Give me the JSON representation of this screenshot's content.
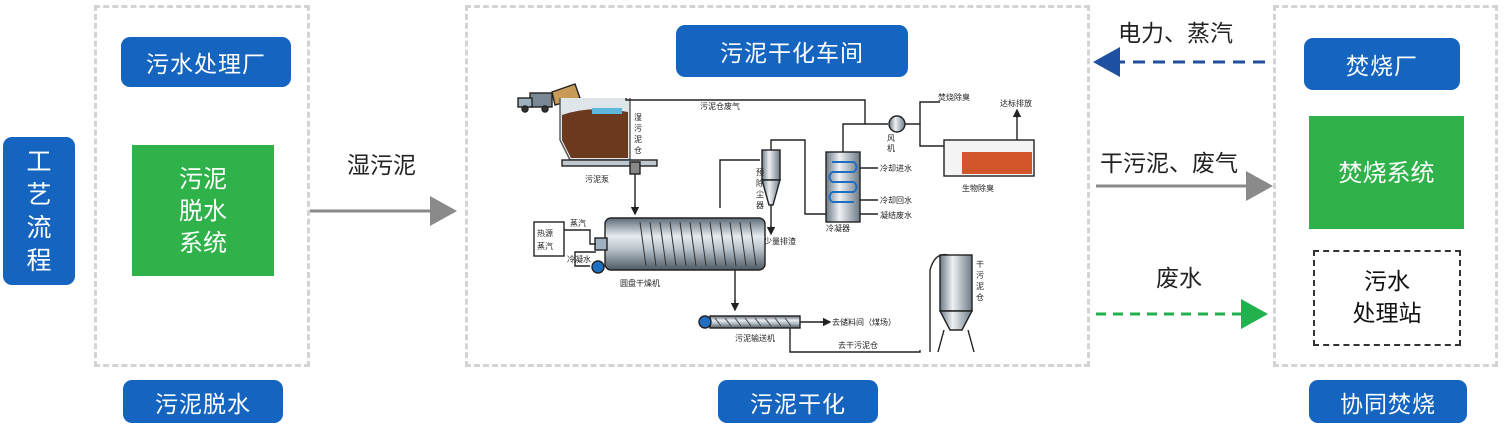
{
  "process_label": [
    "工",
    "艺",
    "流",
    "程"
  ],
  "colors": {
    "blue": "#1565c0",
    "green": "#2fb24a",
    "arrow_gray": "#8a8a8a",
    "arrow_blue": "#1f4fa0",
    "arrow_green": "#22b14c",
    "sludge": "#6b3a1e"
  },
  "stage1": {
    "header": "污水处理厂",
    "system_lines": [
      "污泥",
      "脱水",
      "系统"
    ],
    "footer": "污泥脱水"
  },
  "stage2": {
    "header": "污泥干化车间",
    "footer": "污泥干化",
    "diagram_labels": {
      "wet_silo": [
        "湿",
        "污",
        "泥",
        "仓"
      ],
      "sludge_pump": "污泥泵",
      "silo_exhaust": "污泥仓废气",
      "fan": [
        "风",
        "机"
      ],
      "incineration_deodor": "焚烧除臭",
      "discharge": "达标排放",
      "bio_deodor": "生物除臭",
      "cooling_in": "冷却进水",
      "cooling_return": "冷却回水",
      "condensate_waste": "凝结废水",
      "condenser": "冷凝器",
      "pre_dust": [
        "预",
        "除",
        "尘",
        "器"
      ],
      "little_slag": "少量排渣",
      "heat_steam": [
        "热源",
        "蒸汽"
      ],
      "steam": "蒸汽",
      "cond_water": "冷凝水",
      "dryer": "圆盘干燥机",
      "conveyor": "污泥输送机",
      "to_storage": "去储料间（煤场）",
      "to_dry_silo": "去干污泥仓",
      "dry_silo": [
        "干",
        "污",
        "泥",
        "仓"
      ]
    }
  },
  "stage3": {
    "header": "焚烧厂",
    "system": "焚烧系统",
    "wastewater_lines": [
      "污水",
      "处理站"
    ],
    "footer": "协同焚烧"
  },
  "flows": {
    "wet_sludge": "湿污泥",
    "power_steam": "电力、蒸汽",
    "dry_sludge_gas": "干污泥、废气",
    "wastewater": "废水"
  }
}
